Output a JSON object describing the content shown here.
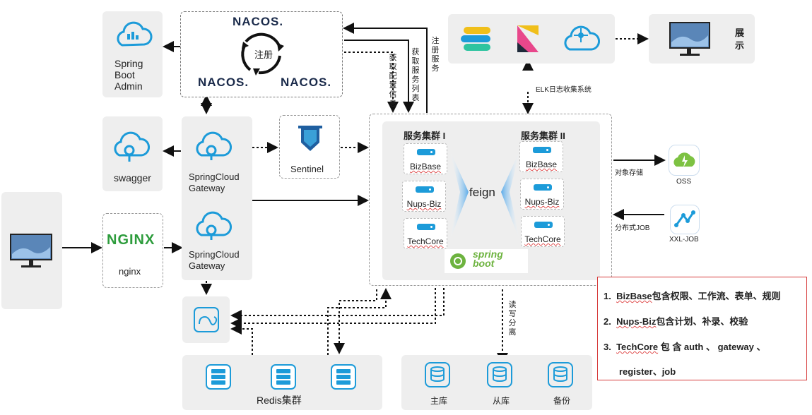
{
  "spring_boot_admin": {
    "label": "Spring\nBoot\nAdmin"
  },
  "nacos": {
    "logo": "NACOS.",
    "register": "注册"
  },
  "elk": {
    "label": "ELK日志收集系统"
  },
  "display": {
    "label": "展示"
  },
  "swagger": {
    "label": "swagger"
  },
  "gateway": {
    "label": "SpringCloud\nGateway"
  },
  "sentinel": {
    "label": "Sentinel"
  },
  "nginx": {
    "logo": "NGINX",
    "label": "nginx"
  },
  "links": {
    "get_config": "获取配置信息",
    "get_services": "获取服务列表",
    "register_service": "注册服务",
    "rw_split": "读写分离",
    "object_storage": "对象存储",
    "distributed_job": "分布式JOB"
  },
  "cluster": {
    "group1": {
      "title": "服务集群 I",
      "services": [
        "BizBase",
        "Nups-Biz",
        "TechCore"
      ]
    },
    "group2": {
      "title": "服务集群 II",
      "services": [
        "BizBase",
        "Nups-Biz",
        "TechCore"
      ]
    },
    "feign": "feign",
    "spring_boot_logo": "spring\nboot"
  },
  "oss": {
    "label": "OSS"
  },
  "xxljob": {
    "label": "XXL-JOB"
  },
  "redis": {
    "label": "Redis集群"
  },
  "db": {
    "master": "主库",
    "slave": "从库",
    "backup": "备份"
  },
  "notes": [
    {
      "num": "1.",
      "name": "BizBase",
      "text": "包含权限、工作流、表单、规则"
    },
    {
      "num": "2.",
      "name": "Nups-Biz",
      "text": "包含计划、补录、校验"
    },
    {
      "num": "3.",
      "name": "TechCore",
      "text": "包 含 auth 、 gateway 、"
    },
    {
      "num": "",
      "name": "",
      "text": "register、job"
    }
  ],
  "colors": {
    "accent": "#1c9bd9",
    "nginx_green": "#2d9c3c",
    "spring_green": "#6db33f",
    "note_border": "#d63a3a"
  }
}
